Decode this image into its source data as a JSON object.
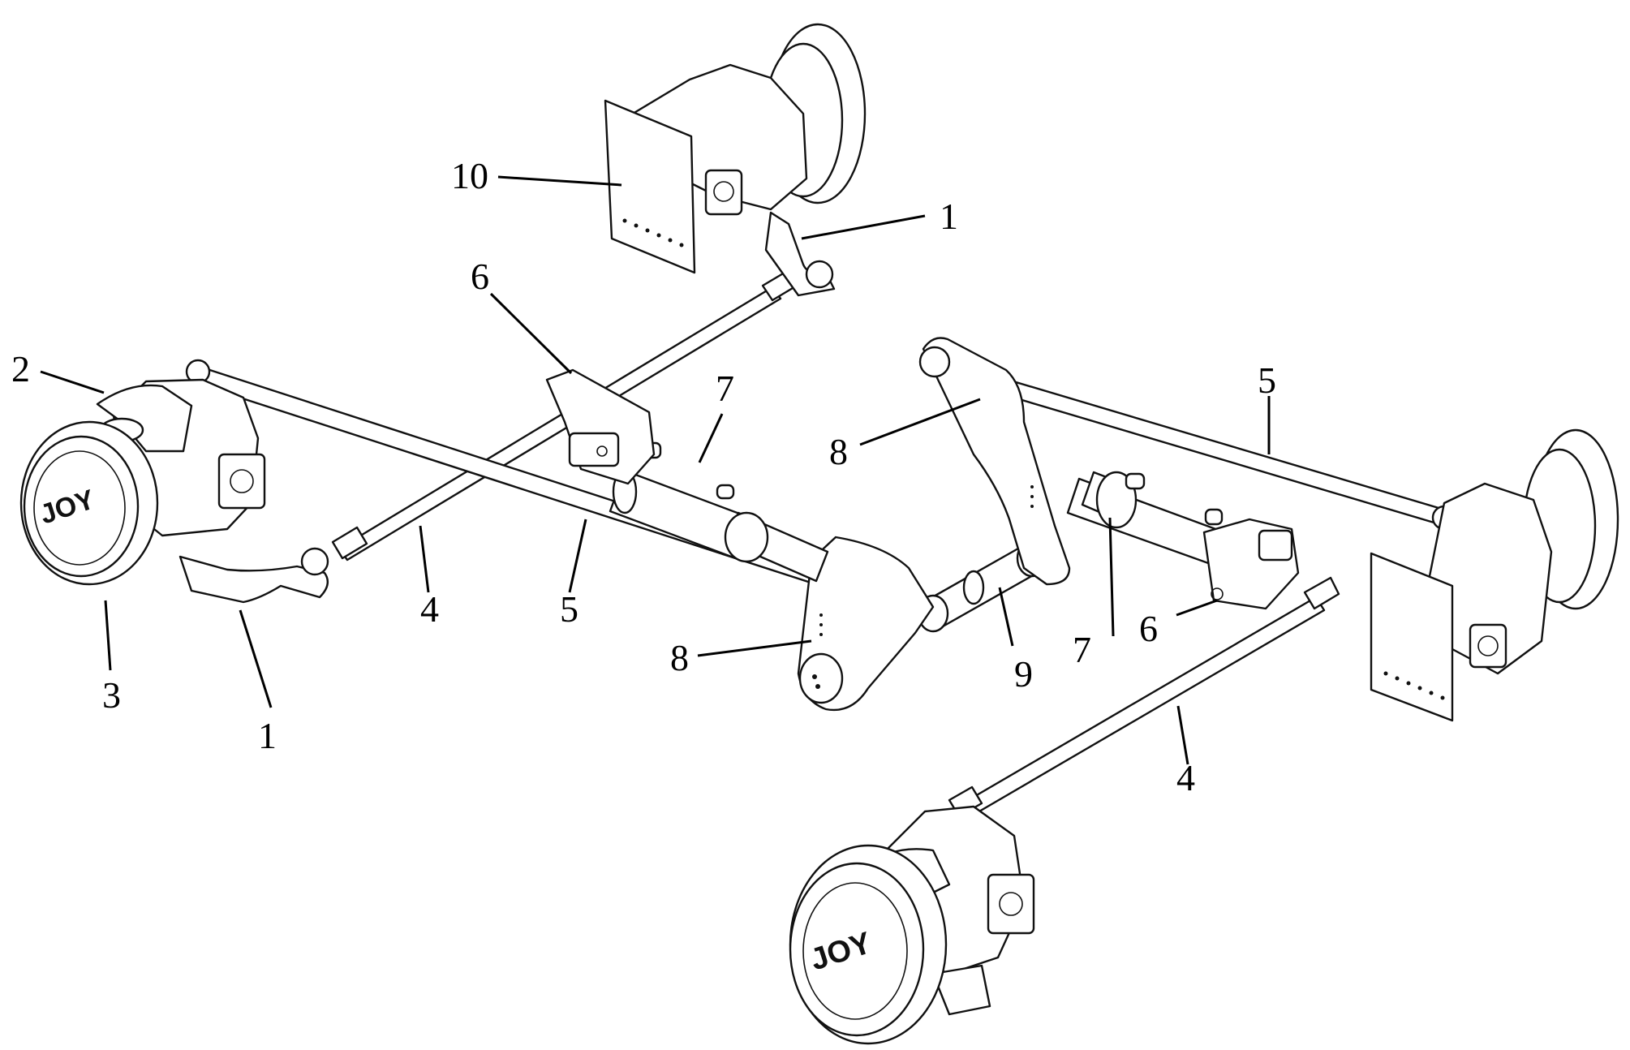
{
  "diagram": {
    "wheel_logo_text": "JOY",
    "callouts": {
      "c1_upper": "1",
      "c1_lower": "1",
      "c2": "2",
      "c3": "3",
      "c4_left": "4",
      "c4_right": "4",
      "c5_left": "5",
      "c5_right": "5",
      "c6_left": "6",
      "c6_right": "6",
      "c7_left": "7",
      "c7_right": "7",
      "c8_left": "8",
      "c8_right": "8",
      "c9": "9",
      "c10": "10"
    }
  }
}
